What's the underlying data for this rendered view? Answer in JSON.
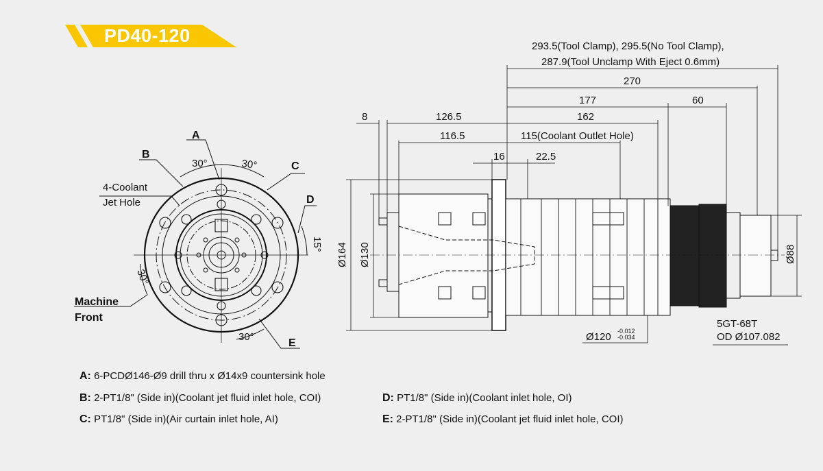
{
  "title": "PD40-120",
  "colors": {
    "banner": "#f9c600",
    "background": "#efefef",
    "line": "#111111"
  },
  "front_view": {
    "labels": {
      "A": "A",
      "B": "B",
      "C": "C",
      "D": "D",
      "E": "E"
    },
    "angles": {
      "top_left": "30°",
      "top_right": "30°",
      "right": "15°",
      "left": "30°",
      "bottom": "30°"
    },
    "coolant_line1": "4-Coolant",
    "coolant_line2": "Jet Hole",
    "machine_front_line1": "Machine",
    "machine_front_line2": "Front"
  },
  "side_view": {
    "overall_line1": "293.5(Tool Clamp), 295.5(No Tool Clamp),",
    "overall_line2": "287.9(Tool Unclamp With Eject 0.6mm)",
    "d270": "270",
    "d177": "177",
    "d60": "60",
    "d162": "162",
    "d8": "8",
    "d126_5": "126.5",
    "d116_5": "116.5",
    "d115": "115(Coolant Outlet Hole)",
    "d16": "16",
    "d22_5": "22.5",
    "dia164": "Ø164",
    "dia130": "Ø130",
    "dia88": "Ø88",
    "dia120": "Ø120",
    "tol_upper": "-0.012",
    "tol_lower": "-0.034",
    "gear_line1": "5GT-68T",
    "gear_line2": "OD Ø107.082"
  },
  "legend": [
    {
      "key": "A:",
      "text": "6-PCDØ146-Ø9 drill thru x Ø14x9 countersink hole"
    },
    {
      "key": "B:",
      "text": "2-PT1/8\" (Side in)(Coolant jet fluid inlet hole, COI)"
    },
    {
      "key": "C:",
      "text": "PT1/8\" (Side in)(Air curtain inlet hole, AI)"
    },
    {
      "key": "D:",
      "text": "PT1/8\" (Side in)(Coolant inlet hole, OI)"
    },
    {
      "key": "E:",
      "text": "2-PT1/8\" (Side in)(Coolant jet fluid inlet hole, COI)"
    }
  ]
}
